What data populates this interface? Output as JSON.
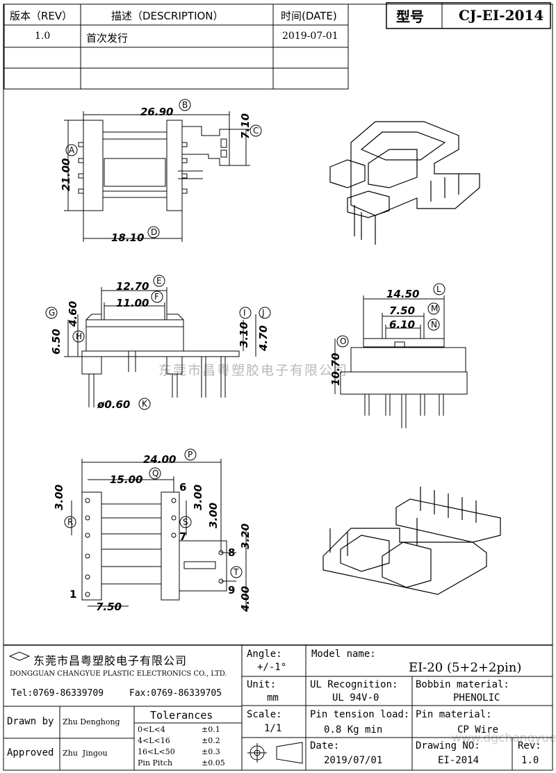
{
  "revision_table": {
    "headers": [
      "版本（REV）",
      "描述（DESCRIPTION）",
      "时间(DATE)"
    ],
    "rows": [
      [
        "1.0",
        "首次发行",
        "2019-07-01"
      ],
      [
        "",
        "",
        ""
      ],
      [
        "",
        "",
        ""
      ]
    ]
  },
  "model_box": {
    "label": "型号",
    "value": "CJ-EI-2014"
  },
  "dimensions": {
    "top_view": {
      "B": "26.90",
      "C": "7.10",
      "A": "21.00",
      "D": "18.10"
    },
    "side_view": {
      "E": "12.70",
      "F": "11.00",
      "G_H_top": "4.60",
      "G_H": "6.50",
      "I": "3.10",
      "J": "4.70",
      "K": "0.60"
    },
    "end_view": {
      "L": "14.50",
      "M": "7.50",
      "N": "6.10",
      "O": "10.70"
    },
    "bottom_view": {
      "P": "24.00",
      "Q": "15.00",
      "R": "3.00",
      "S": "3.00",
      "T_a": "3.00",
      "T_b": "3.20",
      "T_c": "4.00",
      "bottom": "7.50"
    },
    "pin_numbers": [
      "1",
      "6",
      "7",
      "8",
      "9"
    ],
    "ref_letters": [
      "A",
      "B",
      "C",
      "D",
      "E",
      "F",
      "G",
      "H",
      "I",
      "J",
      "K",
      "L",
      "M",
      "N",
      "O",
      "P",
      "Q",
      "R",
      "S",
      "T"
    ]
  },
  "watermark": "东莞市昌粤塑胶电子有限公司",
  "watermark_url": "www.dgchangyue.net",
  "title_block": {
    "company_cn": "东莞市昌粤塑胶电子有限公司",
    "company_en": "DONGGUAN CHANGYUE PLASTIC ELECTRONICS CO., LTD.",
    "tel": "Tel:0769-86339709",
    "fax": "Fax:0769-86339705",
    "angle_label": "Angle:",
    "angle_value": "+/-1°",
    "unit_label": "Unit:",
    "unit_value": "mm",
    "scale_label": "Scale:",
    "scale_value": "1/1",
    "model_name_label": "Model name:",
    "model_name_value": "EI-20 (5+2+2pin)",
    "ul_label": "UL Recognition:",
    "ul_value": "UL 94V-0",
    "bobbin_label": "Bobbin material:",
    "bobbin_value": "PHENOLIC",
    "pin_tension_label": "Pin tension load:",
    "pin_tension_value": "0.8 Kg min",
    "pin_material_label": "Pin material:",
    "pin_material_value": "CP Wire",
    "date_label": "Date:",
    "date_value": "2019/07/01",
    "drawing_no_label": "Drawing NO:",
    "drawing_no_value": "EI-2014",
    "rev_label": "Rev:",
    "rev_value": "1.0",
    "drawn_by_label": "Drawn by",
    "drawn_by_value": "Zhu Denghong",
    "approved_label": "Approved",
    "approved_value": "Zhu  Jingou",
    "tolerances_title": "Tolerances",
    "tolerances": [
      {
        "range": "0<L<4",
        "value": "±0.1"
      },
      {
        "range": "4<L<16",
        "value": "±0.2"
      },
      {
        "range": "16<L<50",
        "value": "±0.3"
      },
      {
        "range": "Pin Pitch",
        "value": "±0.05"
      }
    ]
  }
}
